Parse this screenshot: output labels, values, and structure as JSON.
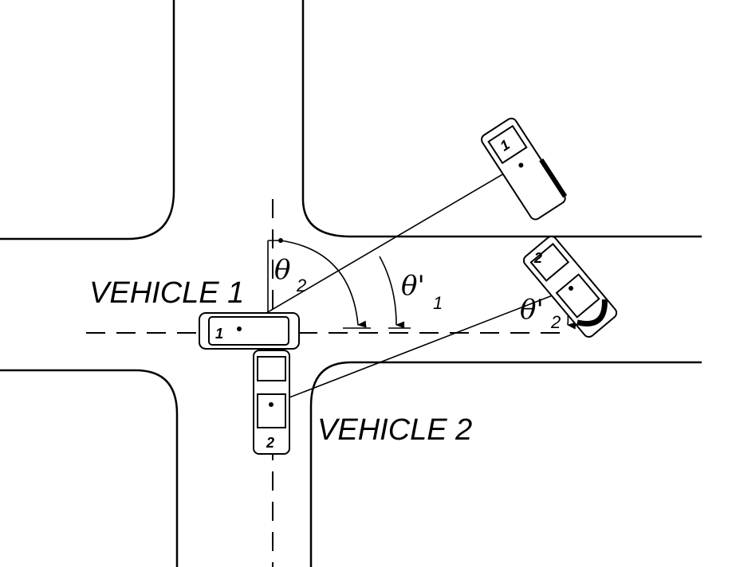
{
  "labels": {
    "vehicle1": "VEHICLE 1",
    "vehicle2": "VEHICLE 2",
    "theta2": "θ",
    "theta2_sub": "2",
    "theta1_prime": "θ'",
    "theta1_prime_sub": "1",
    "theta2_prime": "θ'",
    "theta2_prime_sub": "2"
  },
  "vehicles": {
    "v1_number": "1",
    "v2_number": "2"
  }
}
